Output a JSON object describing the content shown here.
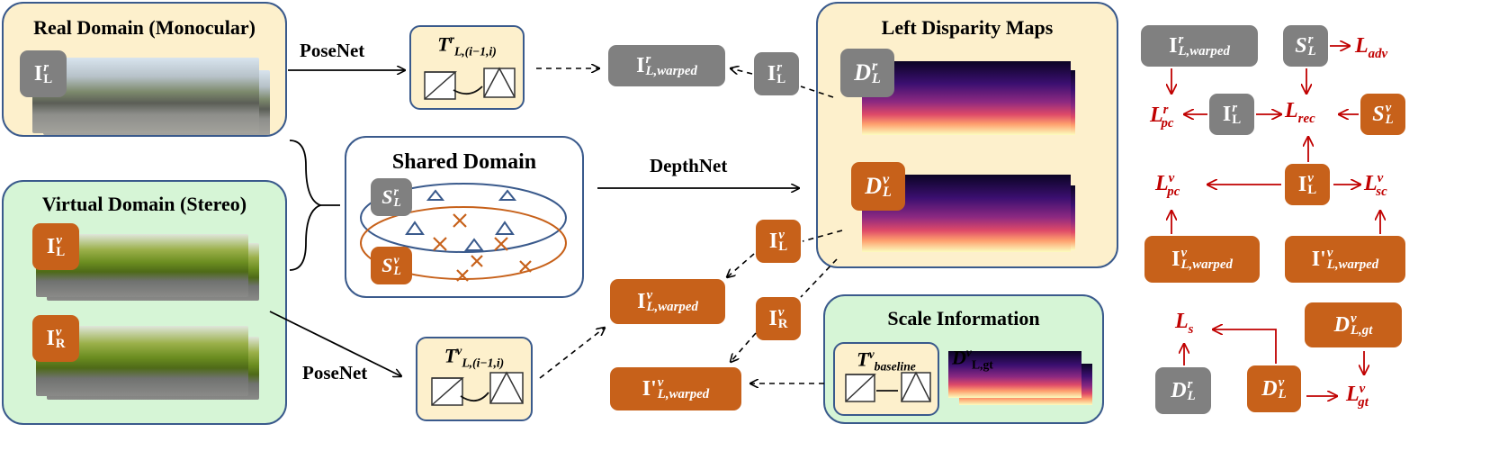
{
  "panels": {
    "real": "Real Domain (Monocular)",
    "virtual": "Virtual Domain (Stereo)",
    "shared": "Shared Domain",
    "left_disp": "Left Disparity Maps",
    "scale": "Scale Information"
  },
  "edges": {
    "posenet_top": "PoseNet",
    "posenet_bottom": "PoseNet",
    "depthnet": "DepthNet"
  },
  "tags": {
    "i_l_r": {
      "base": "I",
      "sup": "r",
      "sub": "L"
    },
    "i_l_v": {
      "base": "I",
      "sup": "v",
      "sub": "L"
    },
    "i_r_v": {
      "base": "I",
      "sup": "v",
      "sub": "R"
    },
    "s_l_r": {
      "base": "S",
      "sup": "r",
      "sub": "L"
    },
    "s_l_v": {
      "base": "S",
      "sup": "v",
      "sub": "L"
    },
    "d_l_r": {
      "base": "D",
      "sup": "r",
      "sub": "L"
    },
    "d_l_v": {
      "base": "D",
      "sup": "v",
      "sub": "L"
    },
    "d_gt_v": {
      "base": "D",
      "sup": "v",
      "sub": "L,gt"
    },
    "i_warp_r": {
      "base": "I",
      "sup": "r",
      "sub": "L,warped"
    },
    "i_warp_v": {
      "base": "I",
      "sup": "v",
      "sub": "L,warped"
    },
    "i_warp_pv": {
      "base": "I'",
      "sup": "v",
      "sub": "L,warped"
    },
    "t_r": {
      "base": "T",
      "sup": "r",
      "sub": "L,(i−1,i)"
    },
    "t_v": {
      "base": "T",
      "sup": "v",
      "sub": "L,(i−1,i)"
    },
    "t_base": {
      "base": "T",
      "sup": "v",
      "sub": "baseline"
    },
    "d_gt_v_small": {
      "base": "D",
      "sup": "v",
      "sub": "L,gt"
    }
  },
  "losses": {
    "adv": {
      "base": "L",
      "sub": "adv"
    },
    "rec": {
      "base": "L",
      "sub": "rec"
    },
    "pc_r": {
      "base": "L",
      "sup": "r",
      "sub": "pc"
    },
    "pc_v": {
      "base": "L",
      "sup": "v",
      "sub": "pc"
    },
    "sc": {
      "base": "L",
      "sup": "v",
      "sub": "sc"
    },
    "s": {
      "base": "L",
      "sub": "s"
    },
    "gt": {
      "base": "L",
      "sup": "v",
      "sub": "gt"
    }
  },
  "colors": {
    "gray": "#808080",
    "orange": "#c7611a",
    "loss_red": "#c00000",
    "panel_border": "#3a5a8c",
    "yellow": "#fdf0cc",
    "green": "#d6f5d6"
  }
}
